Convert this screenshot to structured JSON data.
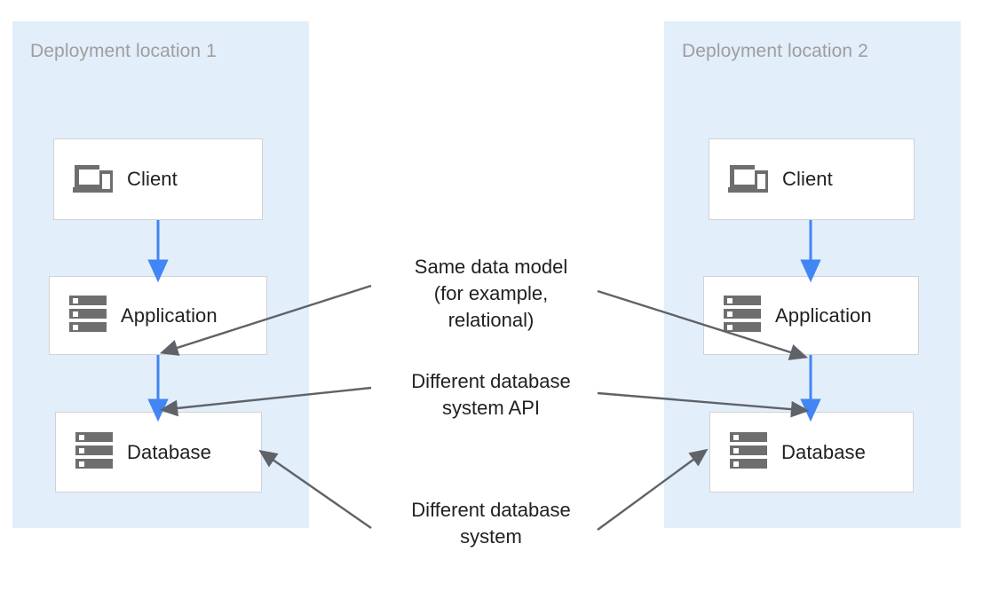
{
  "diagram": {
    "title_hidden": "",
    "colors": {
      "zone_fill": "#e3eefb",
      "node_border": "#d2d2d2",
      "node_fill": "#ffffff",
      "flow_arrow": "#4285f4",
      "callout_arrow": "#5f6368",
      "zone_title_text": "#9e9e9e",
      "node_text": "#202124",
      "icon_gray": "#6e6e6e"
    },
    "zones": [
      {
        "id": "zone-1",
        "title": "Deployment location 1"
      },
      {
        "id": "zone-2",
        "title": "Deployment location 2"
      }
    ],
    "nodes": [
      {
        "id": "client-1",
        "label": "Client",
        "icon": "devices-icon"
      },
      {
        "id": "application-1",
        "label": "Application",
        "icon": "server-icon"
      },
      {
        "id": "database-1",
        "label": "Database",
        "icon": "server-icon"
      },
      {
        "id": "client-2",
        "label": "Client",
        "icon": "devices-icon"
      },
      {
        "id": "application-2",
        "label": "Application",
        "icon": "server-icon"
      },
      {
        "id": "database-2",
        "label": "Database",
        "icon": "server-icon"
      }
    ],
    "callouts": [
      {
        "id": "callout-data-model",
        "text": "Same data model\n(for example,\nrelational)"
      },
      {
        "id": "callout-db-system-api",
        "text": "Different database\nsystem API"
      },
      {
        "id": "callout-db-system",
        "text": "Different database\nsystem"
      }
    ]
  }
}
